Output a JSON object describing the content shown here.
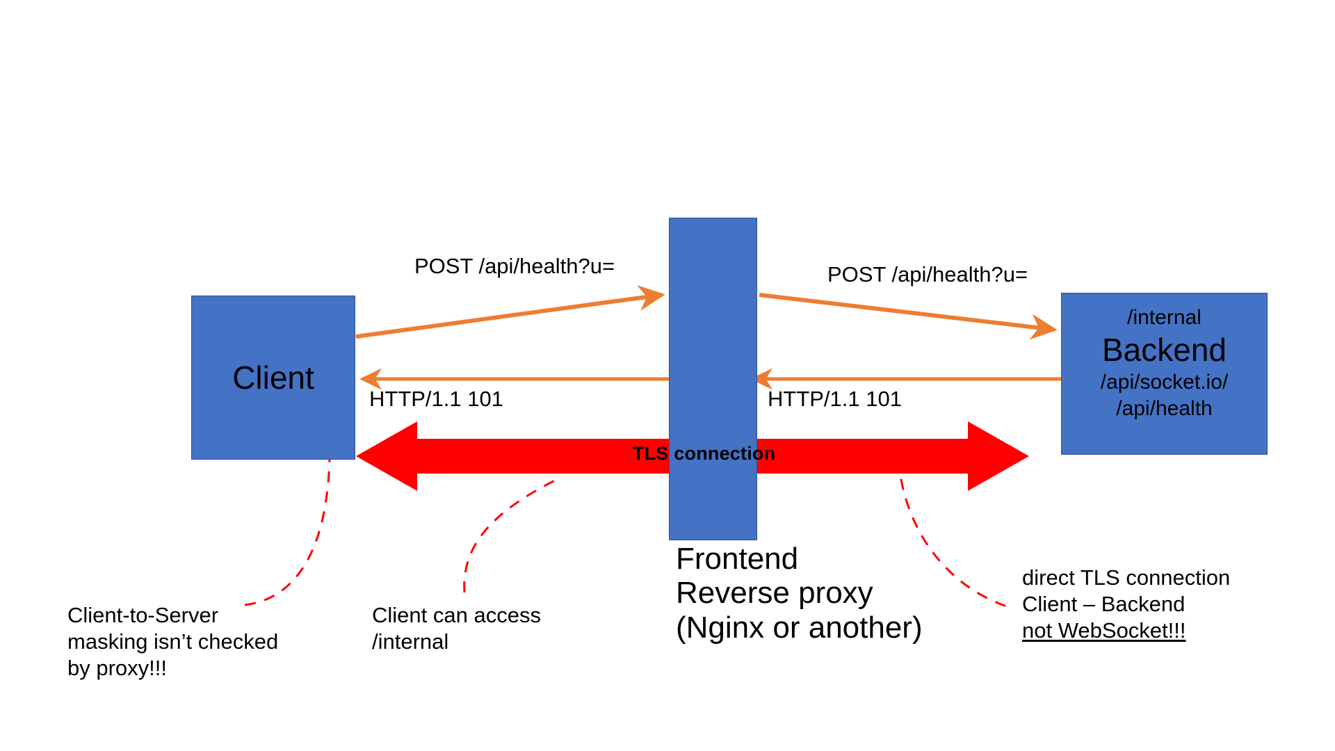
{
  "diagram": {
    "title": "WebSocket reverse-proxy request smuggling diagram",
    "colors": {
      "node_fill": "#4472C4",
      "node_stroke": "#2F528F",
      "http_arrow": "#ED7D31",
      "tls_arrow": "#FF0000",
      "callout_line": "#FF0000",
      "text": "#000000",
      "background": "#FFFFFF"
    },
    "nodes": {
      "client": {
        "title": "Client"
      },
      "proxy": {
        "caption_lines": [
          "Frontend",
          "Reverse proxy",
          "(Nginx or another)"
        ]
      },
      "backend": {
        "path_top": "/internal",
        "title": "Backend",
        "path_mid": "/api/socket.io/",
        "path_bottom": "/api/health"
      }
    },
    "edges": {
      "request_client_to_proxy": "POST /api/health?u=",
      "request_proxy_to_backend": "POST /api/health?u=",
      "response_proxy_to_client": "HTTP/1.1 101",
      "response_backend_to_proxy": "HTTP/1.1 101",
      "tls_tunnel": "TLS connection"
    },
    "callouts": {
      "masking": {
        "lines": [
          "Client-to-Server",
          "masking isn’t checked",
          "by proxy!!!"
        ]
      },
      "internal_access": {
        "lines": [
          "Client can access",
          "/internal"
        ]
      },
      "direct_tls": {
        "lines": [
          "direct TLS connection",
          "Client – Backend",
          "not WebSocket!!!"
        ],
        "underlined_line_index": 2
      }
    }
  }
}
